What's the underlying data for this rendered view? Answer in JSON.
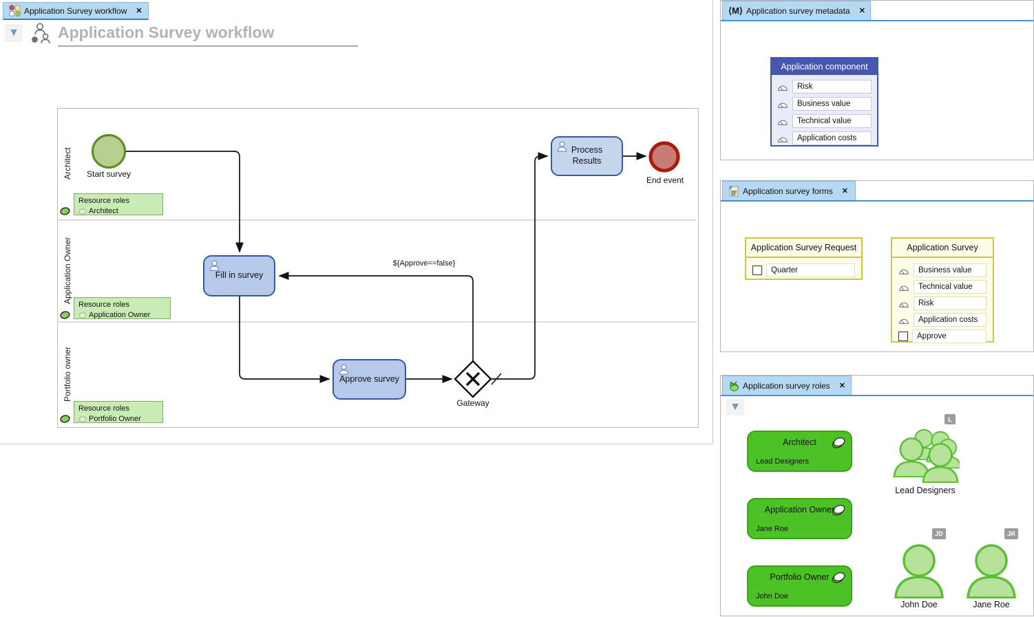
{
  "ui": {
    "close": "✕",
    "collapse_glyph": "▼"
  },
  "workflow_panel": {
    "tab": {
      "label": "Application Survey workflow"
    },
    "title": "Application Survey workflow",
    "resource_roles_label": "Resource roles",
    "lanes": [
      {
        "label": "Architect",
        "role": "Architect"
      },
      {
        "label": "Application Owner",
        "role": "Application Owner"
      },
      {
        "label": "Portfolio owner",
        "role": "Portfolio Owner"
      }
    ],
    "nodes": {
      "start": "Start survey",
      "fill": "Fill in survey",
      "approve": "Approve survey",
      "process_line1": "Process",
      "process_line2": "Results",
      "gateway": "Gateway",
      "end": "End event"
    },
    "edge_condition": "${Approve==false}"
  },
  "metadata_panel": {
    "tab": {
      "icon_text": "⟨M⟩",
      "label": "Application survey metadata"
    },
    "component": {
      "title": "Application component",
      "fields": [
        "Risk",
        "Business value",
        "Technical value",
        "Application costs"
      ]
    }
  },
  "forms_panel": {
    "tab": {
      "label": "Application survey forms"
    },
    "request_form": {
      "title": "Application Survey Request",
      "field": "Quarter"
    },
    "survey_form": {
      "title": "Application Survey",
      "gauge_fields": [
        "Business value",
        "Technical value",
        "Risk",
        "Application costs"
      ],
      "checkbox_field": "Approve"
    }
  },
  "roles_panel": {
    "tab": {
      "label": "Application survey roles"
    },
    "cards": [
      {
        "title": "Architect",
        "member": "Lead Designers"
      },
      {
        "title": "Application Owner",
        "member": "Jane Roe"
      },
      {
        "title": "Portfolio Owner",
        "member": "John Doe"
      }
    ],
    "people": [
      {
        "name": "Lead Designers",
        "badge": "L"
      },
      {
        "name": "John Doe",
        "badge": "JD"
      },
      {
        "name": "Jane Roe",
        "badge": "JR"
      }
    ]
  },
  "colors": {
    "tab_bg": "#b5d9f2",
    "tab_underline": "#3f7fc0",
    "task_fill": "#b6c9e8",
    "task_border": "#35599b",
    "start_fill": "#b9cf90",
    "start_border": "#5e8f27",
    "end_fill": "#c77d74",
    "end_border": "#a51d0e",
    "resource_box_fill": "#c9ecb4",
    "resource_box_border": "#84a76d",
    "metadata_header": "#4557af",
    "metadata_body": "#e9ecfa",
    "form_border": "#cdc63e",
    "form_fill": "#fdfdea",
    "role_card_fill": "#4cc226",
    "role_card_border": "#37a313",
    "person_fill": "#b5e39a",
    "person_stroke": "#5dbe37",
    "badge_bg": "#9c9c9c"
  }
}
